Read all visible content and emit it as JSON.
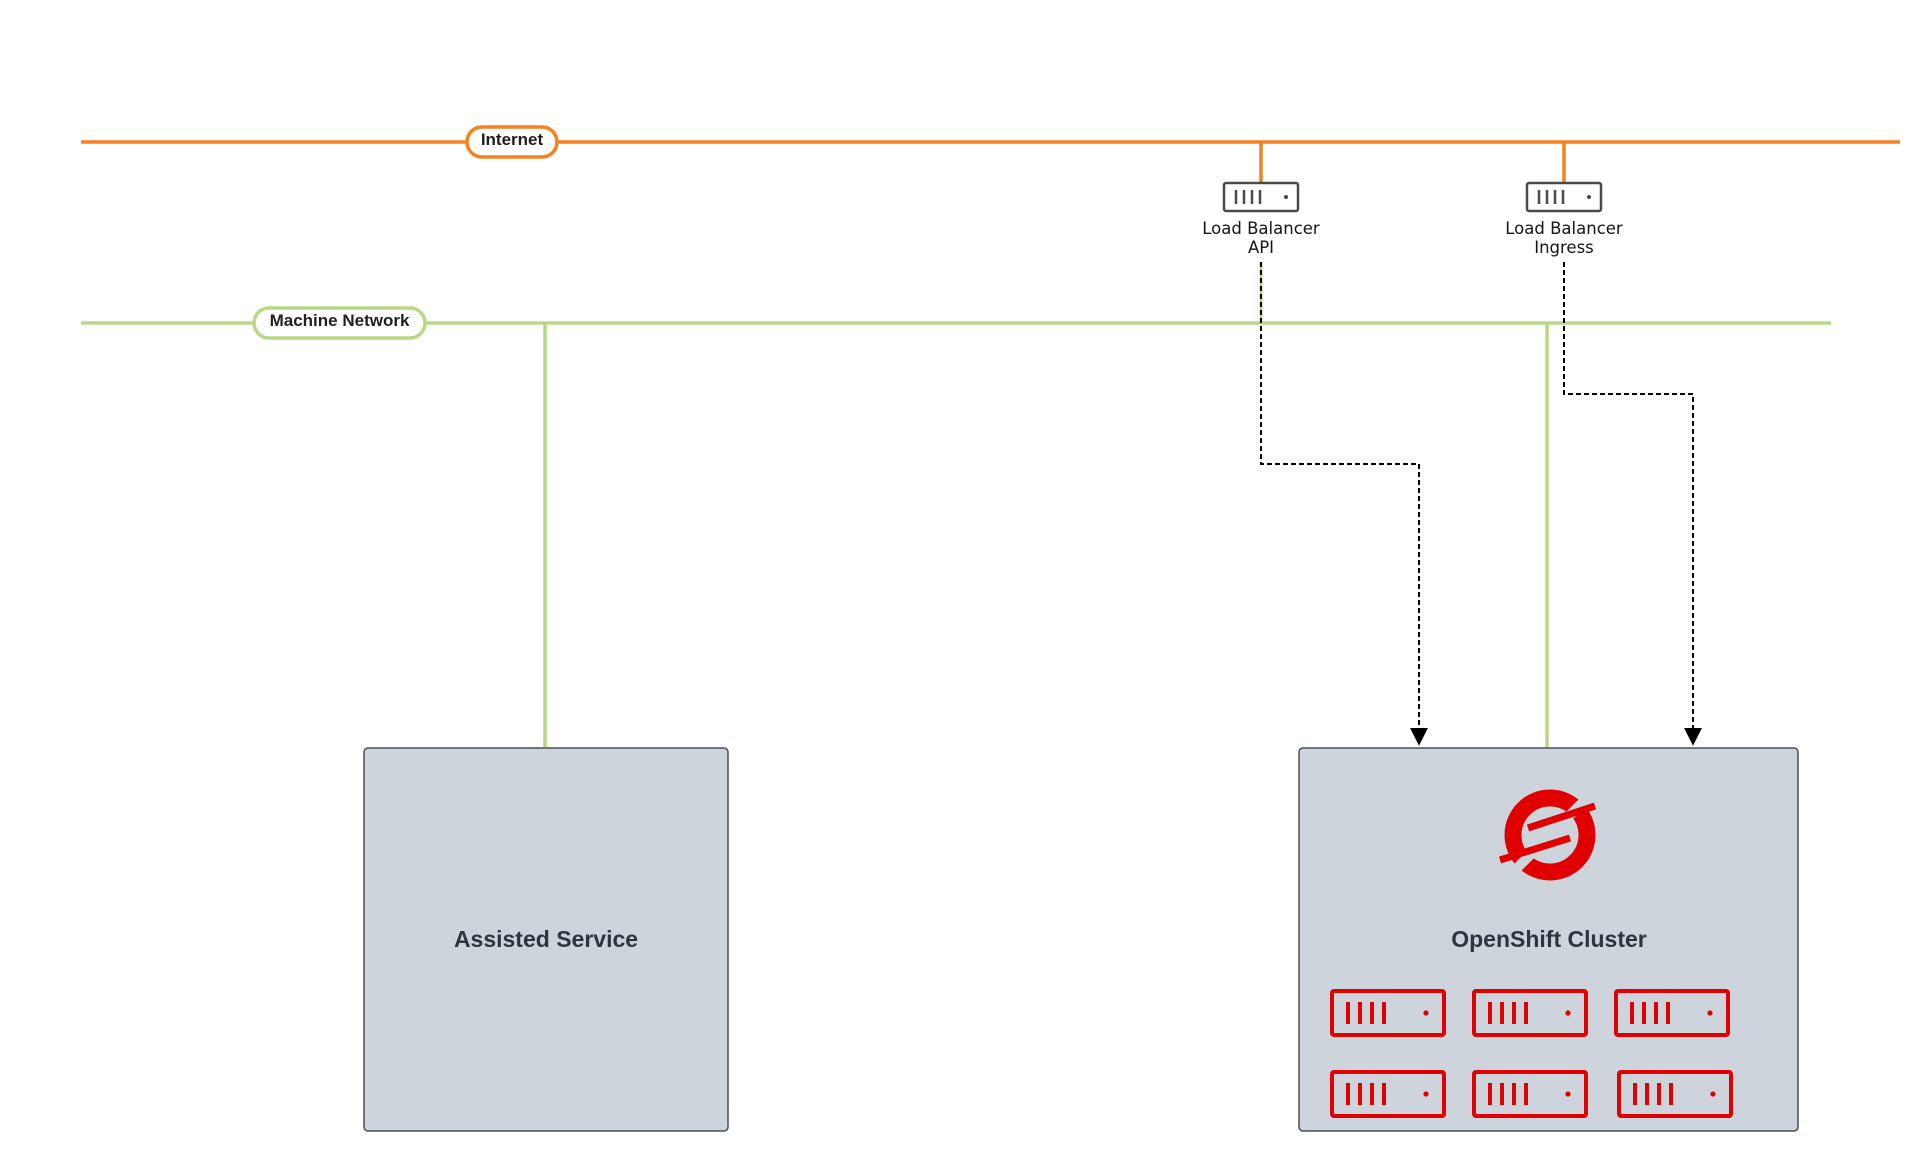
{
  "networks": {
    "internet": {
      "label": "Internet",
      "color": "#f5821f"
    },
    "machine_network": {
      "label": "Machine Network",
      "color": "#b9d885"
    }
  },
  "load_balancers": {
    "api": {
      "line1": "Load Balancer",
      "line2": "API"
    },
    "ingress": {
      "line1": "Load Balancer",
      "line2": "Ingress"
    }
  },
  "boxes": {
    "assisted_service": {
      "label": "Assisted Service",
      "fill": "#ced4dc"
    },
    "openshift_cluster": {
      "label": "OpenShift Cluster",
      "fill": "#ced4dc"
    }
  },
  "icons": {
    "load_balancer": "server-icon",
    "openshift_logo": "openshift-logo-icon",
    "cluster_node": "server-icon",
    "node_color": "#e00000"
  }
}
